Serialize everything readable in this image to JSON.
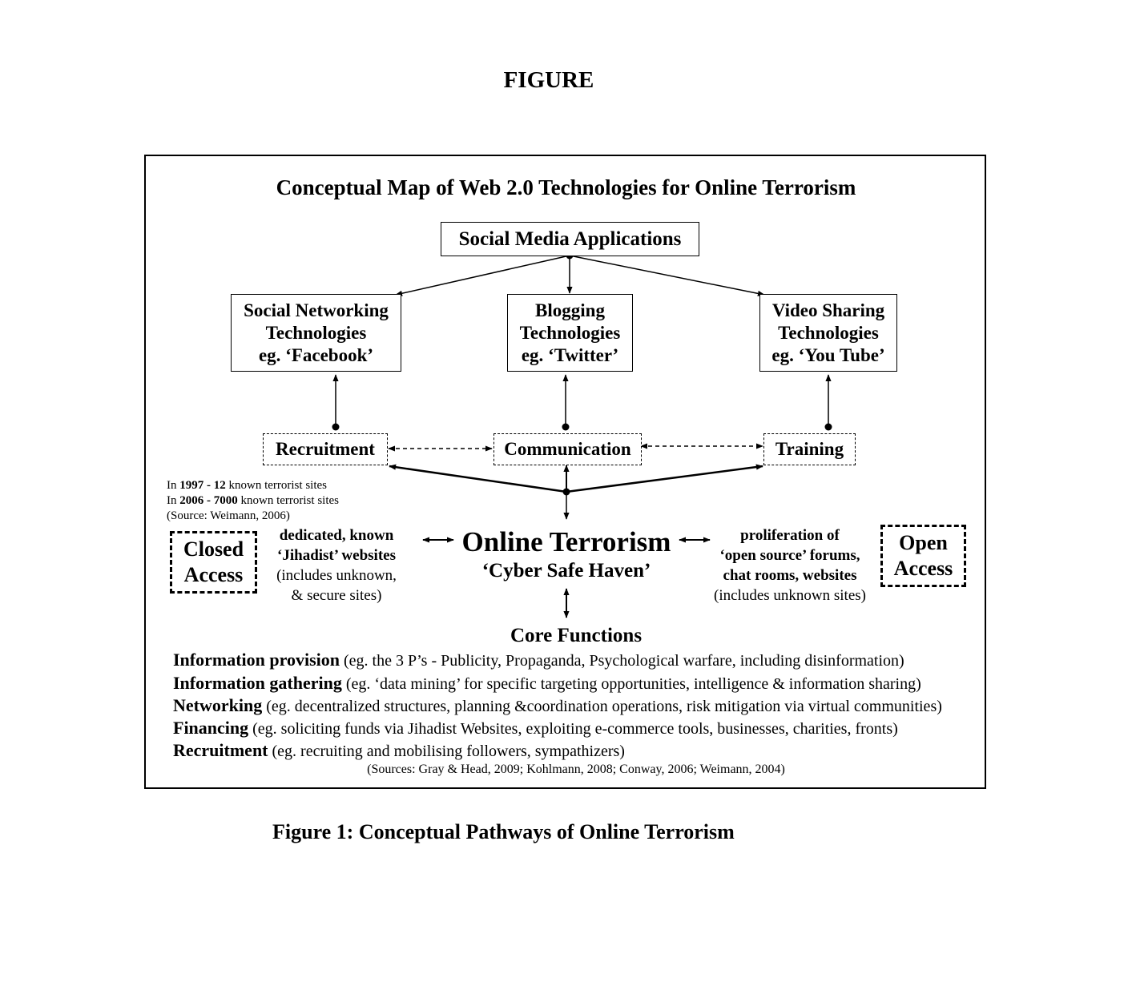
{
  "heading": "FIGURE",
  "map_title": "Conceptual Map of Web 2.0 Technologies for Online Terrorism",
  "root": "Social Media Applications",
  "technologies": [
    {
      "line1": "Social Networking",
      "line2": "Technologies",
      "line3": "eg. ‘Facebook’"
    },
    {
      "line1": "Blogging",
      "line2": "Technologies",
      "line3": "eg. ‘Twitter’"
    },
    {
      "line1": "Video Sharing",
      "line2": "Technologies",
      "line3": "eg. ‘You Tube’"
    }
  ],
  "activities": [
    "Recruitment",
    "Communication",
    "Training"
  ],
  "stats": {
    "line1_prefix": "In ",
    "line1_year": "1997 - 12",
    "line1_suffix": " known terrorist sites",
    "line2_prefix": "In ",
    "line2_year": "2006 - 7000",
    "line2_suffix": " known terrorist sites",
    "source": "(Source: Weimann, 2006)"
  },
  "closed_access": {
    "line1": "Closed",
    "line2": "Access"
  },
  "open_access": {
    "line1": "Open",
    "line2": "Access"
  },
  "closed_desc": {
    "line1": "dedicated, known",
    "line2": "‘Jihadist’ websites",
    "line3": "(includes unknown,",
    "line4": "& secure sites)"
  },
  "open_desc": {
    "line1": "proliferation of",
    "line2": "‘open source’ forums,",
    "line3": "chat rooms, websites",
    "line4": "(includes unknown sites)"
  },
  "center": {
    "title": "Online Terrorism",
    "subtitle": "‘Cyber Safe Haven’"
  },
  "core_functions": {
    "title": "Core Functions",
    "items": [
      {
        "label": "Information provision",
        "desc": " (eg. the 3 P’s - Publicity,  Propaganda,  Psychological warfare, including disinformation)"
      },
      {
        "label": "Information gathering",
        "desc": " (eg. ‘data mining’ for specific targeting opportunities, intelligence & information sharing)"
      },
      {
        "label": "Networking",
        "desc": " (eg. decentralized structures, planning &coordination operations, risk mitigation via virtual communities)"
      },
      {
        "label": "Financing",
        "desc": " (eg. soliciting funds via Jihadist Websites, exploiting e-commerce tools,  businesses, charities, fronts)"
      },
      {
        "label": "Recruitment",
        "desc": " (eg. recruiting and mobilising followers, sympathizers)"
      }
    ],
    "sources": "(Sources: Gray & Head, 2009; Kohlmann, 2008; Conway, 2006; Weimann, 2004)"
  },
  "caption": "Figure 1: Conceptual Pathways of Online Terrorism"
}
